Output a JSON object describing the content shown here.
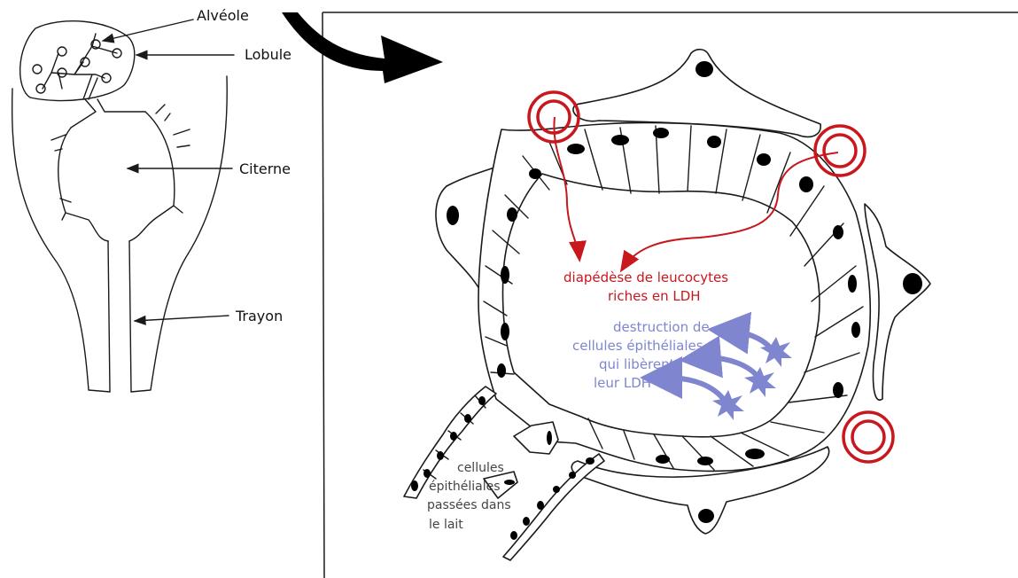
{
  "left_labels": {
    "alveole": "Alvéole",
    "lobule": "Lobule",
    "citerne": "Citerne",
    "trayon": "Trayon"
  },
  "red_text": [
    "diapédèse de leucocytes",
    "riches en LDH"
  ],
  "blue_text": [
    "destruction de",
    "cellules épithéliales",
    "qui libèrent",
    "leur LDH"
  ],
  "gray_text": [
    "cellules",
    "épithéliales",
    "passées dans",
    "le lait"
  ],
  "colors": {
    "red": "#c8171d",
    "blue": "#7f86cf",
    "ink": "#1a1a1a"
  }
}
